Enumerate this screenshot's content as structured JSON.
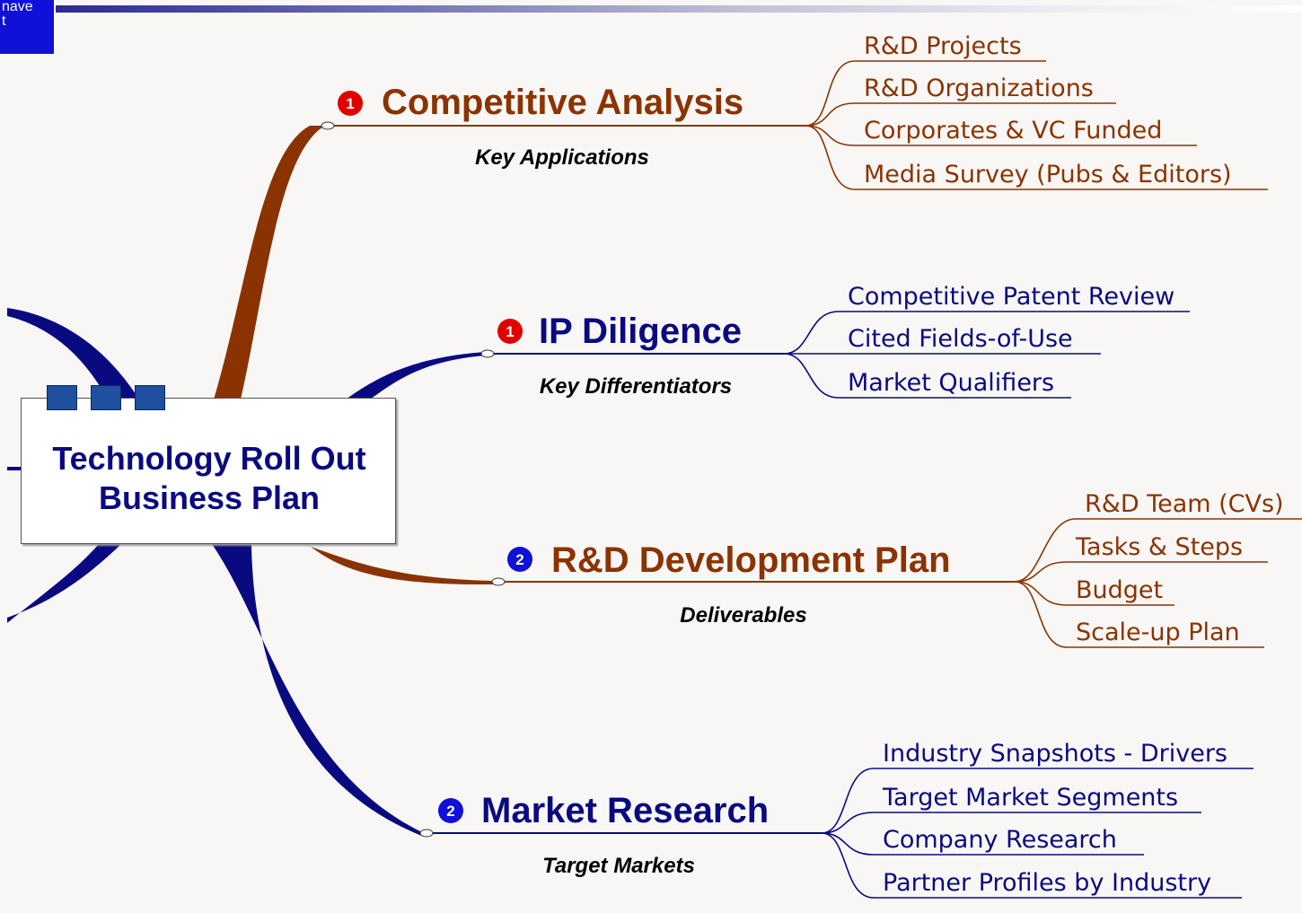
{
  "corner_label": "nave\nt",
  "central": {
    "line1": "Technology Roll Out",
    "line2": "Business Plan"
  },
  "branches": [
    {
      "title": "Competitive Analysis",
      "subtitle": "Key Applications",
      "priority": "1",
      "badge_color": "#e00000",
      "color": "#8b3300",
      "leaves": [
        "R&D Projects",
        "R&D Organizations",
        "Corporates & VC Funded",
        "Media Survey (Pubs & Editors)"
      ]
    },
    {
      "title": "IP Diligence",
      "subtitle": "Key Differentiators",
      "priority": "1",
      "badge_color": "#e00000",
      "color": "#0a0a80",
      "leaves": [
        "Competitive Patent Review",
        "Cited Fields-of-Use",
        "Market Qualifiers"
      ]
    },
    {
      "title": "R&D Development Plan",
      "subtitle": "Deliverables",
      "priority": "2",
      "badge_color": "#1010d8",
      "color": "#8b3300",
      "leaves": [
        "R&D Team (CVs)",
        "Tasks & Steps",
        "Budget",
        "Scale-up Plan"
      ]
    },
    {
      "title": "Market Research",
      "subtitle": "Target Markets",
      "priority": "2",
      "badge_color": "#1010d8",
      "color": "#0a0a80",
      "leaves": [
        "Industry Snapshots - Drivers",
        "Target Market Segments",
        "Company Research",
        "Partner Profiles by Industry"
      ]
    }
  ],
  "colors": {
    "brown": "#8b3300",
    "navy": "#0a0a80",
    "background": "#f8f7f6"
  }
}
